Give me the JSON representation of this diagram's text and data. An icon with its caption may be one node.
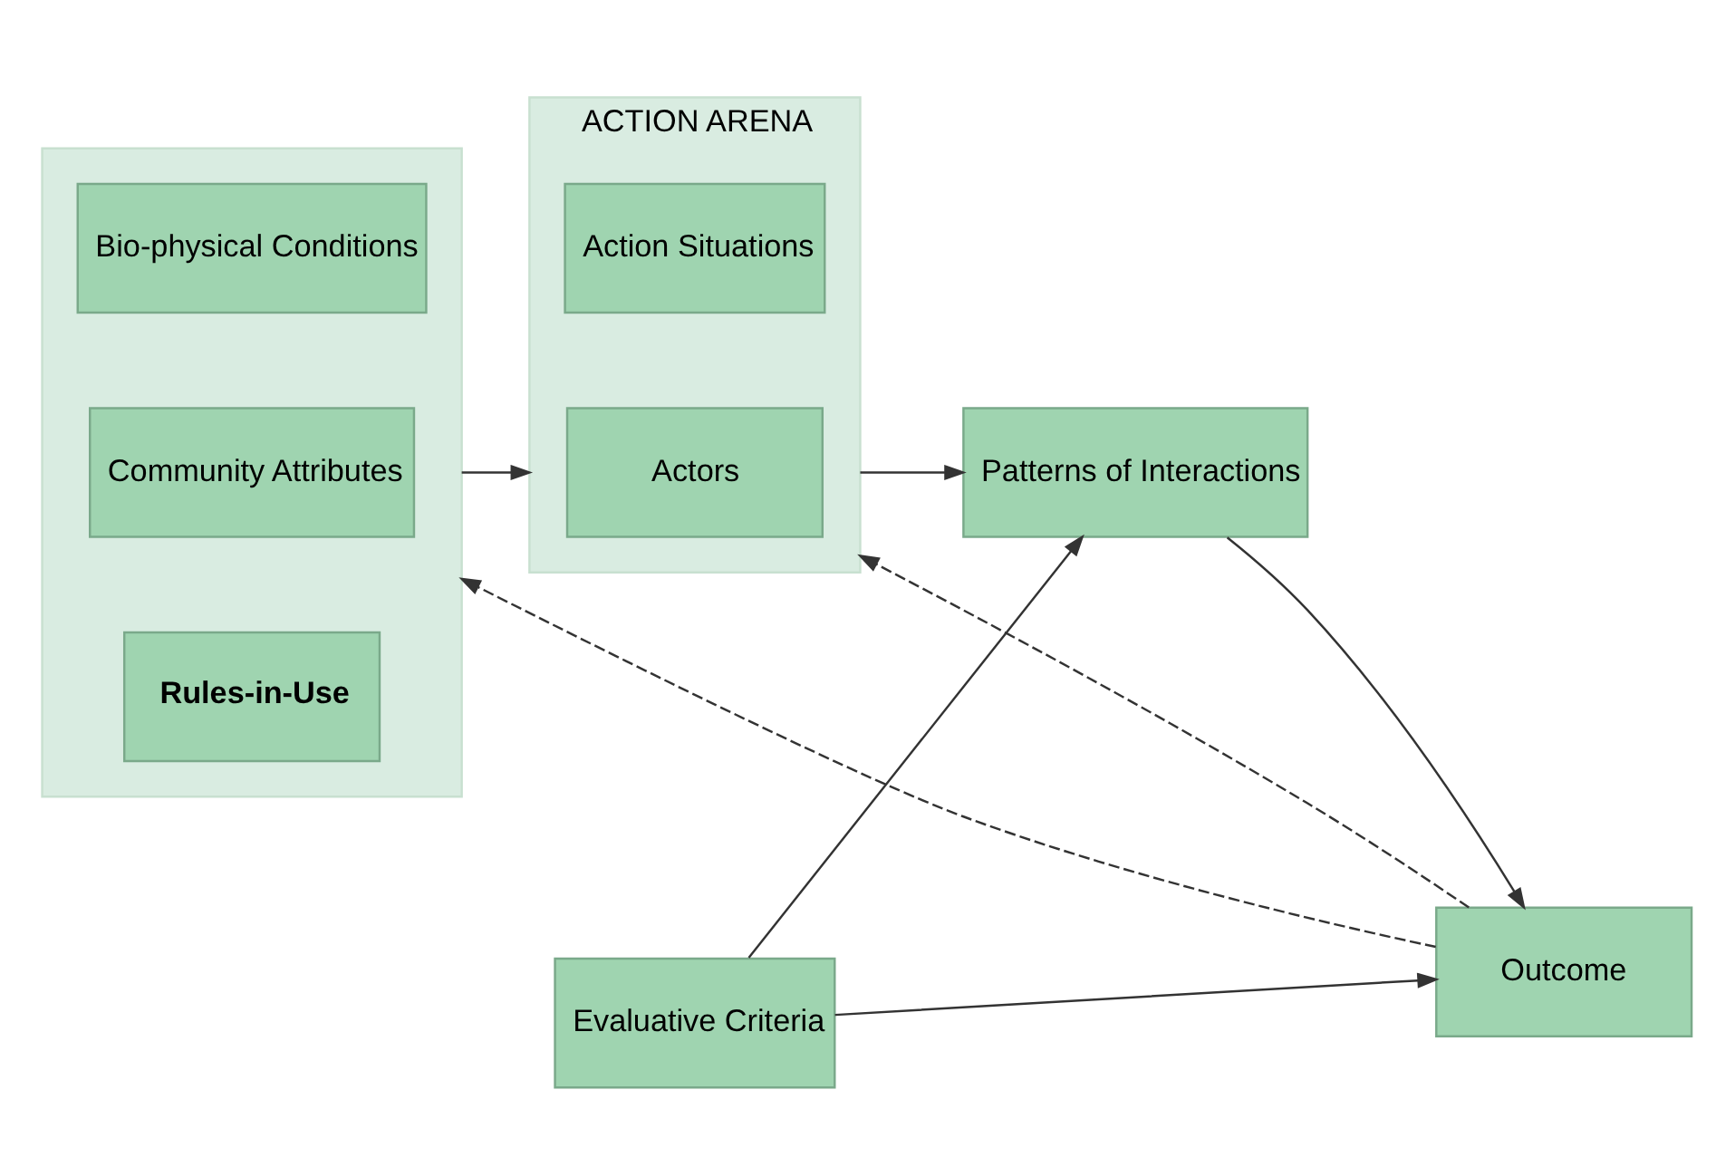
{
  "diagram": {
    "nodes": [
      {
        "text": [],
        "shape": "box"
      },
      {
        "text": [
          "Bio-physical Conditions"
        ],
        "in": 0
      },
      {
        "text": [
          "Community Attributes"
        ],
        "in": 0
      },
      {
        "text": [
          "Rules-in-Use"
        ],
        "in": 0
      },
      {
        "text": [
          "ACTION ARENA"
        ]
      },
      {
        "text": [
          "Action Situations"
        ],
        "in": 4
      },
      {
        "text": [
          "Actors"
        ],
        "in": 4
      },
      {
        "text": [
          "Patterns of Interactions"
        ]
      },
      {
        "text": [
          "Evaluative Criteria"
        ]
      },
      {
        "text": [
          "Outcome"
        ]
      }
    ],
    "edges": [
      {
        "from": 0,
        "to": 4,
        "arrow": "to"
      },
      {
        "from": 4,
        "to": 7,
        "arrow": "to"
      },
      {
        "from": 7,
        "to": 9,
        "arrow": "to"
      },
      {
        "from": 8,
        "to": 7,
        "arrow": "to"
      },
      {
        "from": 8,
        "to": 9,
        "arrow": "to"
      },
      {
        "from": 9,
        "to": 0,
        "arrow": "to",
        "style": "dashed"
      },
      {
        "from": 9,
        "to": 4,
        "arrow": "to",
        "style": "dashed"
      }
    ]
  }
}
